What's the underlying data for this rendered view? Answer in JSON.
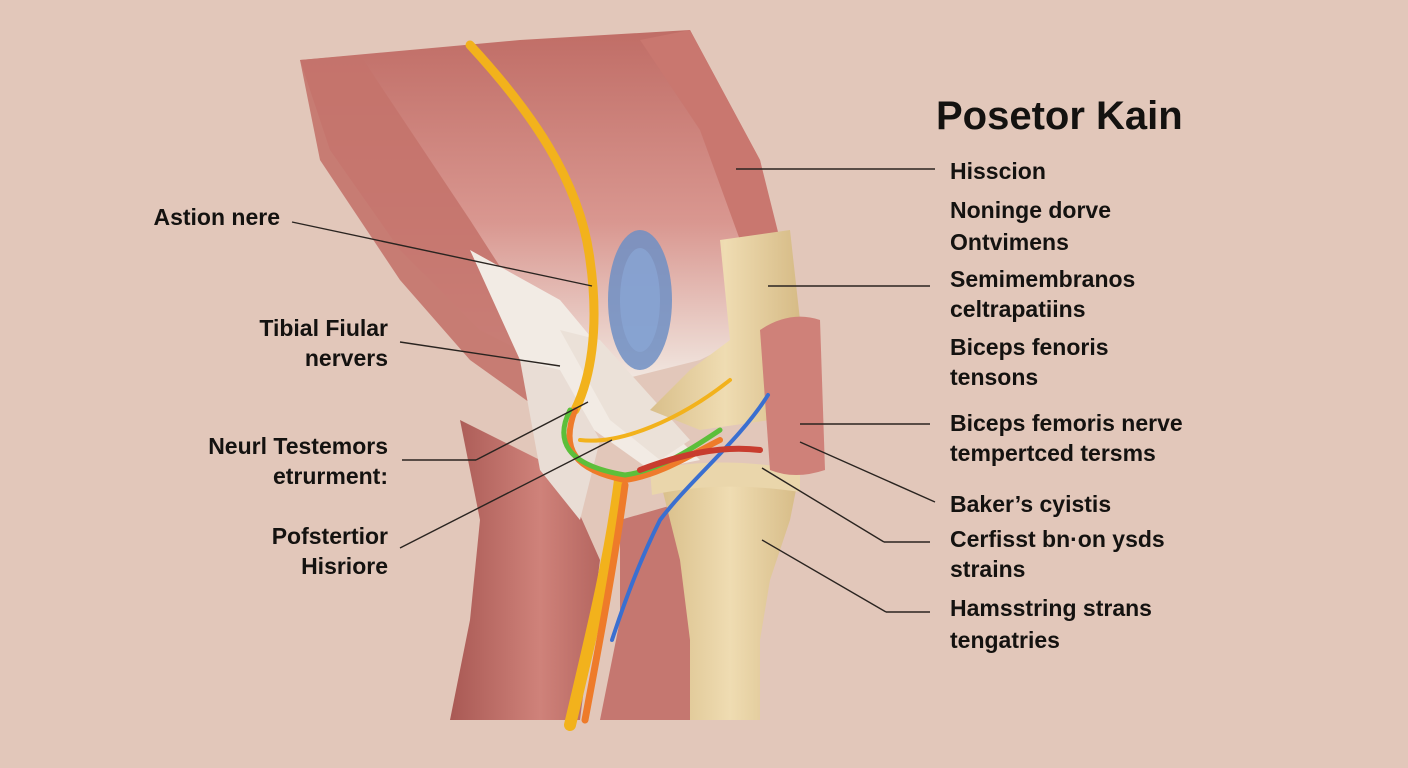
{
  "title": "Posetor Kain",
  "colors": {
    "background": "#e2c7ba",
    "muscle": "#c97a72",
    "muscle_dark": "#a85b56",
    "tendon": "#efe6dc",
    "bone": "#e6d2a4",
    "nerve_yellow": "#f2b21c",
    "nerve_orange": "#ee7b2a",
    "nerve_green": "#5cbf3a",
    "vessel_blue": "#3a6fd0",
    "vessel_red": "#c83c2e",
    "bursa_blue": "#6f8fc4"
  },
  "labels_left": [
    {
      "lines": [
        "Astion nere"
      ]
    },
    {
      "lines": [
        "Tibial Fiular",
        "nervers"
      ]
    },
    {
      "lines": [
        "Neurl Testemors",
        "etrurment:"
      ]
    },
    {
      "lines": [
        "Pofstertior",
        "Hisriore"
      ]
    }
  ],
  "labels_right": [
    {
      "lines": [
        "Hisscion"
      ]
    },
    {
      "lines": [
        "Noninge dorve",
        "Ontvimens"
      ]
    },
    {
      "lines": [
        "Semimembranos",
        "celtrapatiins"
      ]
    },
    {
      "lines": [
        "Biceps fenoris",
        "tensons"
      ]
    },
    {
      "lines": [
        "Biceps femoris nerve",
        "tempertced tersms"
      ]
    },
    {
      "lines": [
        "Baker’s cyistis"
      ]
    },
    {
      "lines": [
        "Cerfisst bn·on ysds",
        "strains"
      ]
    },
    {
      "lines": [
        "Hamsstring strans",
        "tengatries"
      ]
    }
  ]
}
